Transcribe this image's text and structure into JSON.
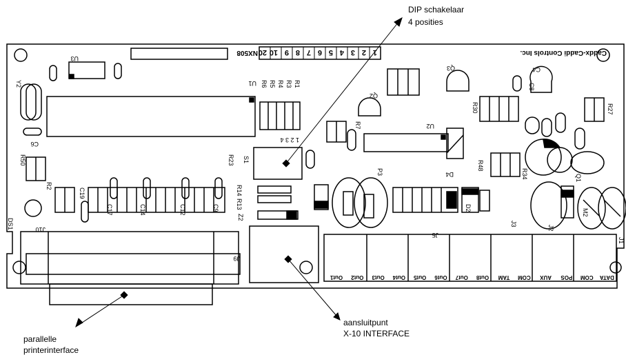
{
  "annotations": {
    "dip_line1": "DIP schakelaar",
    "dip_line2": "4 posities",
    "x10_line1": "aansluitpunt",
    "x10_line2": "X-10 INTERFACE",
    "par_line1": "parallelle",
    "par_line2": "printerinterface"
  },
  "board": {
    "company": "Caddx-Caddi Controls Inc.",
    "model": "NX508",
    "dip_numbers": [
      "1",
      "2",
      "3",
      "4",
      "5",
      "6",
      "7",
      "8",
      "9",
      "10",
      "20"
    ],
    "s1_numbers": "1 2 3 4",
    "terminals": [
      "Out1",
      "Out2",
      "Out3",
      "Out4",
      "Out5",
      "Out6",
      "Out7",
      "Out8",
      "TAM",
      "COM",
      "AUX",
      "POS",
      "COM",
      "DATA"
    ]
  },
  "labels": {
    "u3": "U3",
    "y2": "Y2",
    "u1": "U1",
    "c6": "C6",
    "r50": "R50",
    "r2": "R2",
    "ds1": "DS1",
    "j10": "J10",
    "c19": "C19",
    "c17": "C17",
    "c14": "C14",
    "c12": "C12",
    "c9": "C9",
    "r23": "R23",
    "r14": "R14",
    "r13": "R13",
    "z2": "Z2",
    "s1": "S1",
    "r1": "R1",
    "r3": "R3",
    "r4": "R4",
    "r5": "R5",
    "r6": "R6",
    "r7": "R7",
    "q2": "Q2",
    "q3": "Q3",
    "u2": "U2",
    "d4": "D4",
    "p3": "P3",
    "d2": "D2",
    "r30": "R30",
    "c8": "C8",
    "c4": "C4",
    "r27": "R27",
    "r48": "R48",
    "r34": "R34",
    "q1": "Q1",
    "j5": "J5",
    "j3": "J3",
    "j2": "J2",
    "j1": "J1",
    "m2": "M2",
    "j9": "J9"
  }
}
